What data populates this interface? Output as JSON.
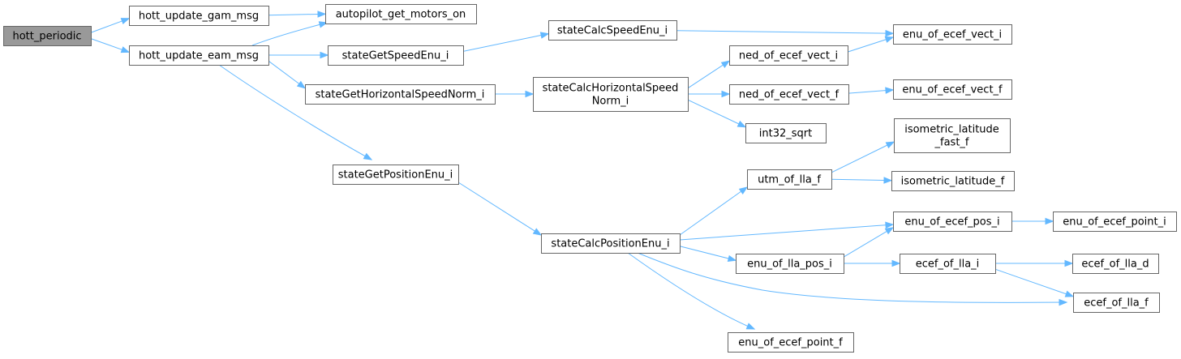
{
  "diagram": {
    "nodes": [
      {
        "id": "hott_periodic",
        "lines": [
          "hott_periodic"
        ],
        "root": true
      },
      {
        "id": "hott_update_gam_msg",
        "lines": [
          "hott_update_gam_msg"
        ]
      },
      {
        "id": "hott_update_eam_msg",
        "lines": [
          "hott_update_eam_msg"
        ]
      },
      {
        "id": "autopilot_get_motors_on",
        "lines": [
          "autopilot_get_motors_on"
        ]
      },
      {
        "id": "stateGetSpeedEnu_i",
        "lines": [
          "stateGetSpeedEnu_i"
        ]
      },
      {
        "id": "stateGetHorizontalSpeedNorm_i",
        "lines": [
          "stateGetHorizontalSpeedNorm_i"
        ]
      },
      {
        "id": "stateGetPositionEnu_i",
        "lines": [
          "stateGetPositionEnu_i"
        ]
      },
      {
        "id": "stateCalcSpeedEnu_i",
        "lines": [
          "stateCalcSpeedEnu_i"
        ]
      },
      {
        "id": "stateCalcHorizontalSpeedNorm_i",
        "lines": [
          "stateCalcHorizontalSpeed",
          "Norm_i"
        ]
      },
      {
        "id": "stateCalcPositionEnu_i",
        "lines": [
          "stateCalcPositionEnu_i"
        ]
      },
      {
        "id": "ned_of_ecef_vect_i",
        "lines": [
          "ned_of_ecef_vect_i"
        ]
      },
      {
        "id": "ned_of_ecef_vect_f",
        "lines": [
          "ned_of_ecef_vect_f"
        ]
      },
      {
        "id": "int32_sqrt",
        "lines": [
          "int32_sqrt"
        ]
      },
      {
        "id": "utm_of_lla_f",
        "lines": [
          "utm_of_lla_f"
        ]
      },
      {
        "id": "enu_of_lla_pos_i",
        "lines": [
          "enu_of_lla_pos_i"
        ]
      },
      {
        "id": "enu_of_ecef_point_f",
        "lines": [
          "enu_of_ecef_point_f"
        ]
      },
      {
        "id": "enu_of_ecef_vect_i",
        "lines": [
          "enu_of_ecef_vect_i"
        ]
      },
      {
        "id": "enu_of_ecef_vect_f",
        "lines": [
          "enu_of_ecef_vect_f"
        ]
      },
      {
        "id": "isometric_latitude_fast_f",
        "lines": [
          "isometric_latitude",
          "_fast_f"
        ]
      },
      {
        "id": "isometric_latitude_f",
        "lines": [
          "isometric_latitude_f"
        ]
      },
      {
        "id": "enu_of_ecef_pos_i",
        "lines": [
          "enu_of_ecef_pos_i"
        ]
      },
      {
        "id": "ecef_of_lla_i",
        "lines": [
          "ecef_of_lla_i"
        ]
      },
      {
        "id": "enu_of_ecef_point_i",
        "lines": [
          "enu_of_ecef_point_i"
        ]
      },
      {
        "id": "ecef_of_lla_d",
        "lines": [
          "ecef_of_lla_d"
        ]
      },
      {
        "id": "ecef_of_lla_f",
        "lines": [
          "ecef_of_lla_f"
        ]
      }
    ],
    "edges": [
      {
        "from": "hott_periodic",
        "to": "hott_update_gam_msg"
      },
      {
        "from": "hott_periodic",
        "to": "hott_update_eam_msg"
      },
      {
        "from": "hott_update_gam_msg",
        "to": "autopilot_get_motors_on"
      },
      {
        "from": "hott_update_eam_msg",
        "to": "autopilot_get_motors_on"
      },
      {
        "from": "hott_update_eam_msg",
        "to": "stateGetSpeedEnu_i"
      },
      {
        "from": "hott_update_eam_msg",
        "to": "stateGetHorizontalSpeedNorm_i"
      },
      {
        "from": "hott_update_eam_msg",
        "to": "stateGetPositionEnu_i"
      },
      {
        "from": "stateGetSpeedEnu_i",
        "to": "stateCalcSpeedEnu_i"
      },
      {
        "from": "stateCalcSpeedEnu_i",
        "to": "enu_of_ecef_vect_i"
      },
      {
        "from": "stateGetHorizontalSpeedNorm_i",
        "to": "stateCalcHorizontalSpeedNorm_i"
      },
      {
        "from": "stateCalcHorizontalSpeedNorm_i",
        "to": "ned_of_ecef_vect_i"
      },
      {
        "from": "stateCalcHorizontalSpeedNorm_i",
        "to": "ned_of_ecef_vect_f"
      },
      {
        "from": "stateCalcHorizontalSpeedNorm_i",
        "to": "int32_sqrt"
      },
      {
        "from": "ned_of_ecef_vect_i",
        "to": "enu_of_ecef_vect_i"
      },
      {
        "from": "ned_of_ecef_vect_f",
        "to": "enu_of_ecef_vect_f"
      },
      {
        "from": "stateGetPositionEnu_i",
        "to": "stateCalcPositionEnu_i"
      },
      {
        "from": "stateCalcPositionEnu_i",
        "to": "utm_of_lla_f"
      },
      {
        "from": "stateCalcPositionEnu_i",
        "to": "enu_of_ecef_pos_i"
      },
      {
        "from": "stateCalcPositionEnu_i",
        "to": "enu_of_lla_pos_i"
      },
      {
        "from": "stateCalcPositionEnu_i",
        "to": "ecef_of_lla_f"
      },
      {
        "from": "stateCalcPositionEnu_i",
        "to": "enu_of_ecef_point_f"
      },
      {
        "from": "utm_of_lla_f",
        "to": "isometric_latitude_fast_f"
      },
      {
        "from": "utm_of_lla_f",
        "to": "isometric_latitude_f"
      },
      {
        "from": "enu_of_lla_pos_i",
        "to": "enu_of_ecef_pos_i"
      },
      {
        "from": "enu_of_lla_pos_i",
        "to": "ecef_of_lla_i"
      },
      {
        "from": "enu_of_ecef_pos_i",
        "to": "enu_of_ecef_point_i"
      },
      {
        "from": "ecef_of_lla_i",
        "to": "ecef_of_lla_d"
      },
      {
        "from": "ecef_of_lla_i",
        "to": "ecef_of_lla_f"
      }
    ],
    "colors": {
      "edge": "#63b8ff",
      "node_border": "#666666",
      "node_fill": "#ffffff",
      "root_fill": "#999999"
    }
  }
}
